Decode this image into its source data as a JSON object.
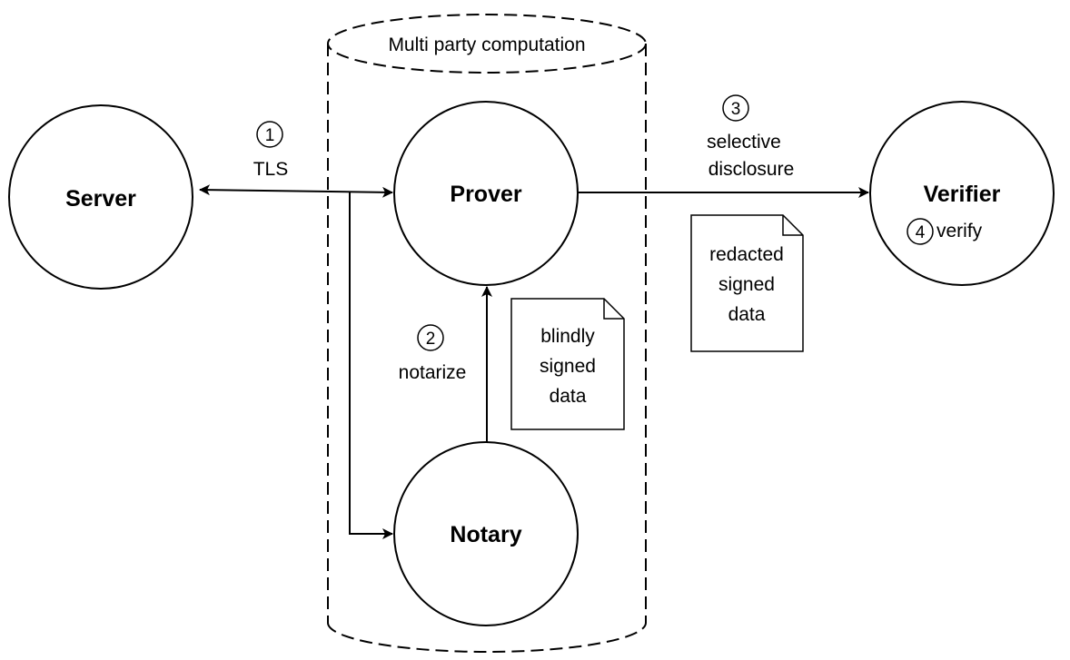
{
  "mpc_label": "Multi party computation",
  "nodes": {
    "server": "Server",
    "prover": "Prover",
    "notary": "Notary",
    "verifier": "Verifier"
  },
  "steps": {
    "tls": {
      "number": "1",
      "label": "TLS"
    },
    "notarize": {
      "number": "2",
      "label": "notarize"
    },
    "disclosure": {
      "number": "3",
      "label_line1": "selective",
      "label_line2": "disclosure"
    },
    "verify": {
      "number": "4",
      "label": "verify"
    }
  },
  "documents": {
    "blind": {
      "line1": "blindly",
      "line2": "signed",
      "line3": "data"
    },
    "redacted": {
      "line1": "redacted",
      "line2": "signed",
      "line3": "data"
    }
  }
}
